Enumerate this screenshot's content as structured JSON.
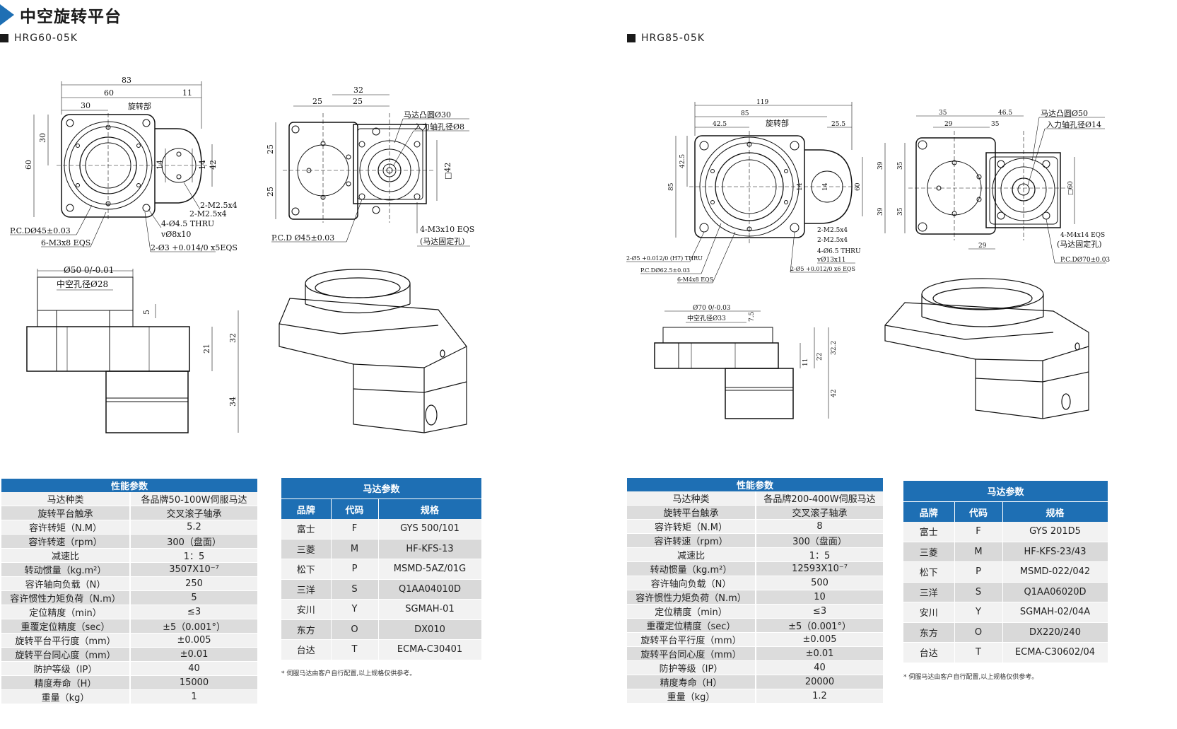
{
  "page": {
    "title": "中空旋转平台",
    "accent_color": "#1e6fb4"
  },
  "left": {
    "model": "HRG60-05K",
    "drawing": {
      "top": {
        "d83": "83",
        "d60": "60",
        "d11": "11",
        "d30": "30",
        "rot": "旋转部",
        "v30": "30",
        "v60": "60",
        "v14": "14",
        "v14b": "14",
        "v42": "42",
        "n1": "2-M2.5x4",
        "n2": "2-M2.5x4",
        "n3": "4-Ø4.5 THRU",
        "n4": "vØ8x10",
        "n5": "2-Ø3 +0.014/0 x5EQS",
        "pcd": "P.C.DØ45±0.03",
        "n6": "6-M3x8 EQS"
      },
      "side": {
        "d32": "32",
        "d25a": "25",
        "d25b": "25",
        "flange": "马达凸圆Ø30",
        "shaft": "入力轴孔径Ø8",
        "v25a": "25",
        "v25b": "25",
        "sq42": "□42",
        "pcd": "P.C.D Ø45±0.03",
        "n1": "4-M3x10 EQS",
        "n2": "(马达固定孔)"
      },
      "front": {
        "d50": "Ø50 0/-0.01",
        "hole": "中空孔径Ø28",
        "v5": "5",
        "v21": "21",
        "v32": "32",
        "v34": "34"
      }
    },
    "perf": {
      "title": "性能参数",
      "rows": [
        [
          "马达种类",
          "各品牌50-100W伺服马达"
        ],
        [
          "旋转平台触承",
          "交叉滚子轴承"
        ],
        [
          "容许转矩（N.M）",
          "5.2"
        ],
        [
          "容许转速（rpm）",
          "300（盘面）"
        ],
        [
          "减速比",
          "1：5"
        ],
        [
          "转动惯量（kg.m²）",
          "3507X10⁻⁷"
        ],
        [
          "容许轴向负载（N）",
          "250"
        ],
        [
          "容许惯性力矩负荷（N.m）",
          "5"
        ],
        [
          "定位精度（min）",
          "≤3"
        ],
        [
          "重覆定位精度（sec）",
          "±5（0.001°）"
        ],
        [
          "旋转平台平行度（mm）",
          "±0.005"
        ],
        [
          "旋转平台同心度（mm）",
          "±0.01"
        ],
        [
          "防护等级（IP）",
          "40"
        ],
        [
          "精度寿命（H）",
          "15000"
        ],
        [
          "重量（kg）",
          "1"
        ]
      ]
    },
    "motor": {
      "title": "马达参数",
      "headers": [
        "品牌",
        "代码",
        "规格"
      ],
      "rows": [
        [
          "富士",
          "F",
          "GYS 500/101"
        ],
        [
          "三菱",
          "M",
          "HF-KFS-13"
        ],
        [
          "松下",
          "P",
          "MSMD-5AZ/01G"
        ],
        [
          "三洋",
          "S",
          "Q1AA04010D"
        ],
        [
          "安川",
          "Y",
          "SGMAH-01"
        ],
        [
          "东方",
          "O",
          "DX010"
        ],
        [
          "台达",
          "T",
          "ECMA-C30401"
        ]
      ],
      "note": "* 伺服马达由客户自行配置,以上规格仅供参考。"
    }
  },
  "right": {
    "model": "HRG85-05K",
    "drawing": {
      "top": {
        "d119": "119",
        "d85": "85",
        "d425": "42.5",
        "d255": "25.5",
        "rot": "旋转部",
        "v425": "42.5",
        "v85": "85",
        "v14": "14",
        "v14b": "14",
        "v60": "60",
        "n1": "2-M2.5x4",
        "n2": "2-M2.5x4",
        "n3": "4-Ø6.5 THRU",
        "n4": "vØ13x11",
        "n5": "2-Ø5 +0.012/0 (H7) THRU",
        "pcd": "P.C.DØ62.5±0.03",
        "n6": "6-M4x8 EQS",
        "n7": "2-Ø5 +0.012/0 x6 EQS"
      },
      "side": {
        "d35": "35",
        "d465": "46.5",
        "d29": "29",
        "d35b": "35",
        "flange": "马达凸圆Ø50",
        "shaft": "入力轴孔径Ø14",
        "v39a": "39",
        "v35a": "35",
        "v39b": "39",
        "v35b": "35",
        "d60": "□60",
        "d29b": "29",
        "n1": "4-M4x14 EQS",
        "n2": "(马达固定孔)",
        "pcd": "P.C.DØ70±0.03"
      },
      "front": {
        "d70": "Ø70 0/-0.03",
        "hole": "中空孔径Ø33",
        "v75": "7.5",
        "v11": "11",
        "v22": "22",
        "v322": "32.2",
        "v42": "42"
      }
    },
    "perf": {
      "title": "性能参数",
      "rows": [
        [
          "马达种类",
          "各品牌200-400W伺服马达"
        ],
        [
          "旋转平台触承",
          "交叉滚子轴承"
        ],
        [
          "容许转矩（N.M）",
          "8"
        ],
        [
          "容许转速（rpm）",
          "300（盘面）"
        ],
        [
          "减速比",
          "1：5"
        ],
        [
          "转动惯量（kg.m²）",
          "12593X10⁻⁷"
        ],
        [
          "容许轴向负载（N）",
          "500"
        ],
        [
          "容许惯性力矩负荷（N.m）",
          "10"
        ],
        [
          "定位精度（min）",
          "≤3"
        ],
        [
          "重覆定位精度（sec）",
          "±5（0.001°）"
        ],
        [
          "旋转平台平行度（mm）",
          "±0.005"
        ],
        [
          "旋转平台同心度（mm）",
          "±0.01"
        ],
        [
          "防护等级（IP）",
          "40"
        ],
        [
          "精度寿命（H）",
          "20000"
        ],
        [
          "重量（kg）",
          "1.2"
        ]
      ]
    },
    "motor": {
      "title": "马达参数",
      "headers": [
        "品牌",
        "代码",
        "规格"
      ],
      "rows": [
        [
          "富士",
          "F",
          "GYS 201D5"
        ],
        [
          "三菱",
          "M",
          "HF-KFS-23/43"
        ],
        [
          "松下",
          "P",
          "MSMD-022/042"
        ],
        [
          "三洋",
          "S",
          "Q1AA06020D"
        ],
        [
          "安川",
          "Y",
          "SGMAH-02/04A"
        ],
        [
          "东方",
          "O",
          "DX220/240"
        ],
        [
          "台达",
          "T",
          "ECMA-C30602/04"
        ]
      ],
      "note": "* 伺服马达由客户自行配置,以上规格仅供参考。"
    }
  }
}
